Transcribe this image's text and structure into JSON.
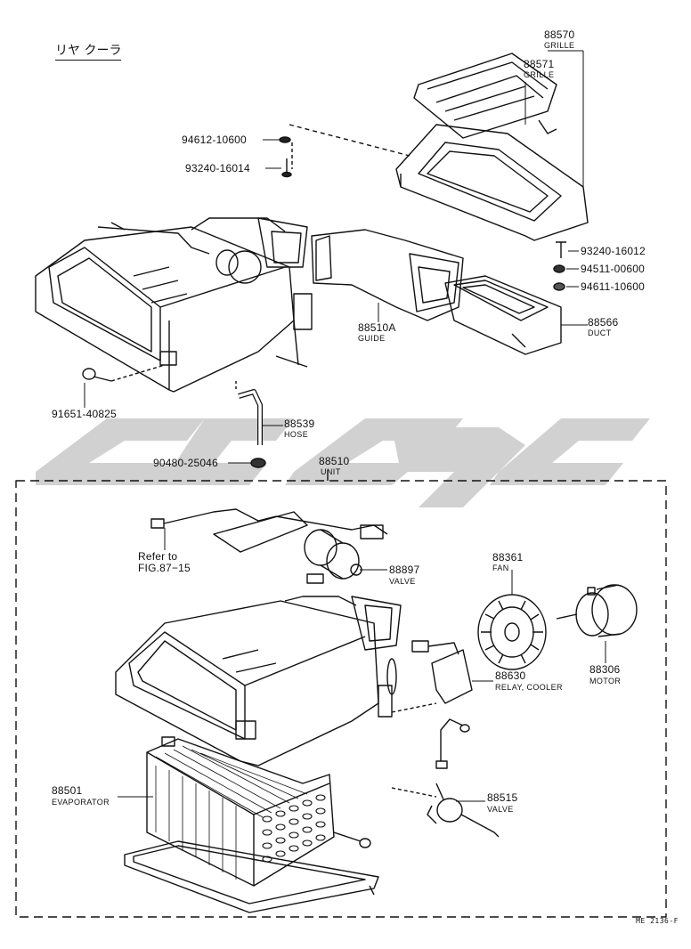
{
  "title": "リヤ クーラ",
  "drawing_code": "ME 2136-F",
  "parts": {
    "p88570": {
      "no": "88570",
      "name": "GRILLE"
    },
    "p88571": {
      "no": "88571",
      "name": "GRILLE"
    },
    "p94612": {
      "no": "94612-10600"
    },
    "p93240a": {
      "no": "93240-16014"
    },
    "p93240b": {
      "no": "93240-16012"
    },
    "p94511": {
      "no": "94511-00600"
    },
    "p94611": {
      "no": "94611-10600"
    },
    "p88566": {
      "no": "88566",
      "name": "DUCT"
    },
    "p88510A": {
      "no": "88510A",
      "name": "GUIDE"
    },
    "p91651": {
      "no": "91651-40825"
    },
    "p88539": {
      "no": "88539",
      "name": "HOSE"
    },
    "p90480": {
      "no": "90480-25046"
    },
    "p88510": {
      "no": "88510",
      "name": "UNIT"
    },
    "refer": {
      "line1": "Refer to",
      "line2": "FIG.87−15"
    },
    "p88897": {
      "no": "88897",
      "name": "VALVE"
    },
    "p88361": {
      "no": "88361",
      "name": "FAN"
    },
    "p88306": {
      "no": "88306",
      "name": "MOTOR"
    },
    "p88630": {
      "no": "88630",
      "name": "RELAY, COOLER"
    },
    "p88501": {
      "no": "88501",
      "name": "EVAPORATOR"
    },
    "p88515": {
      "no": "88515",
      "name": "VALVE"
    }
  },
  "colors": {
    "ink": "#111111",
    "watermark": "#c8c8c8"
  }
}
